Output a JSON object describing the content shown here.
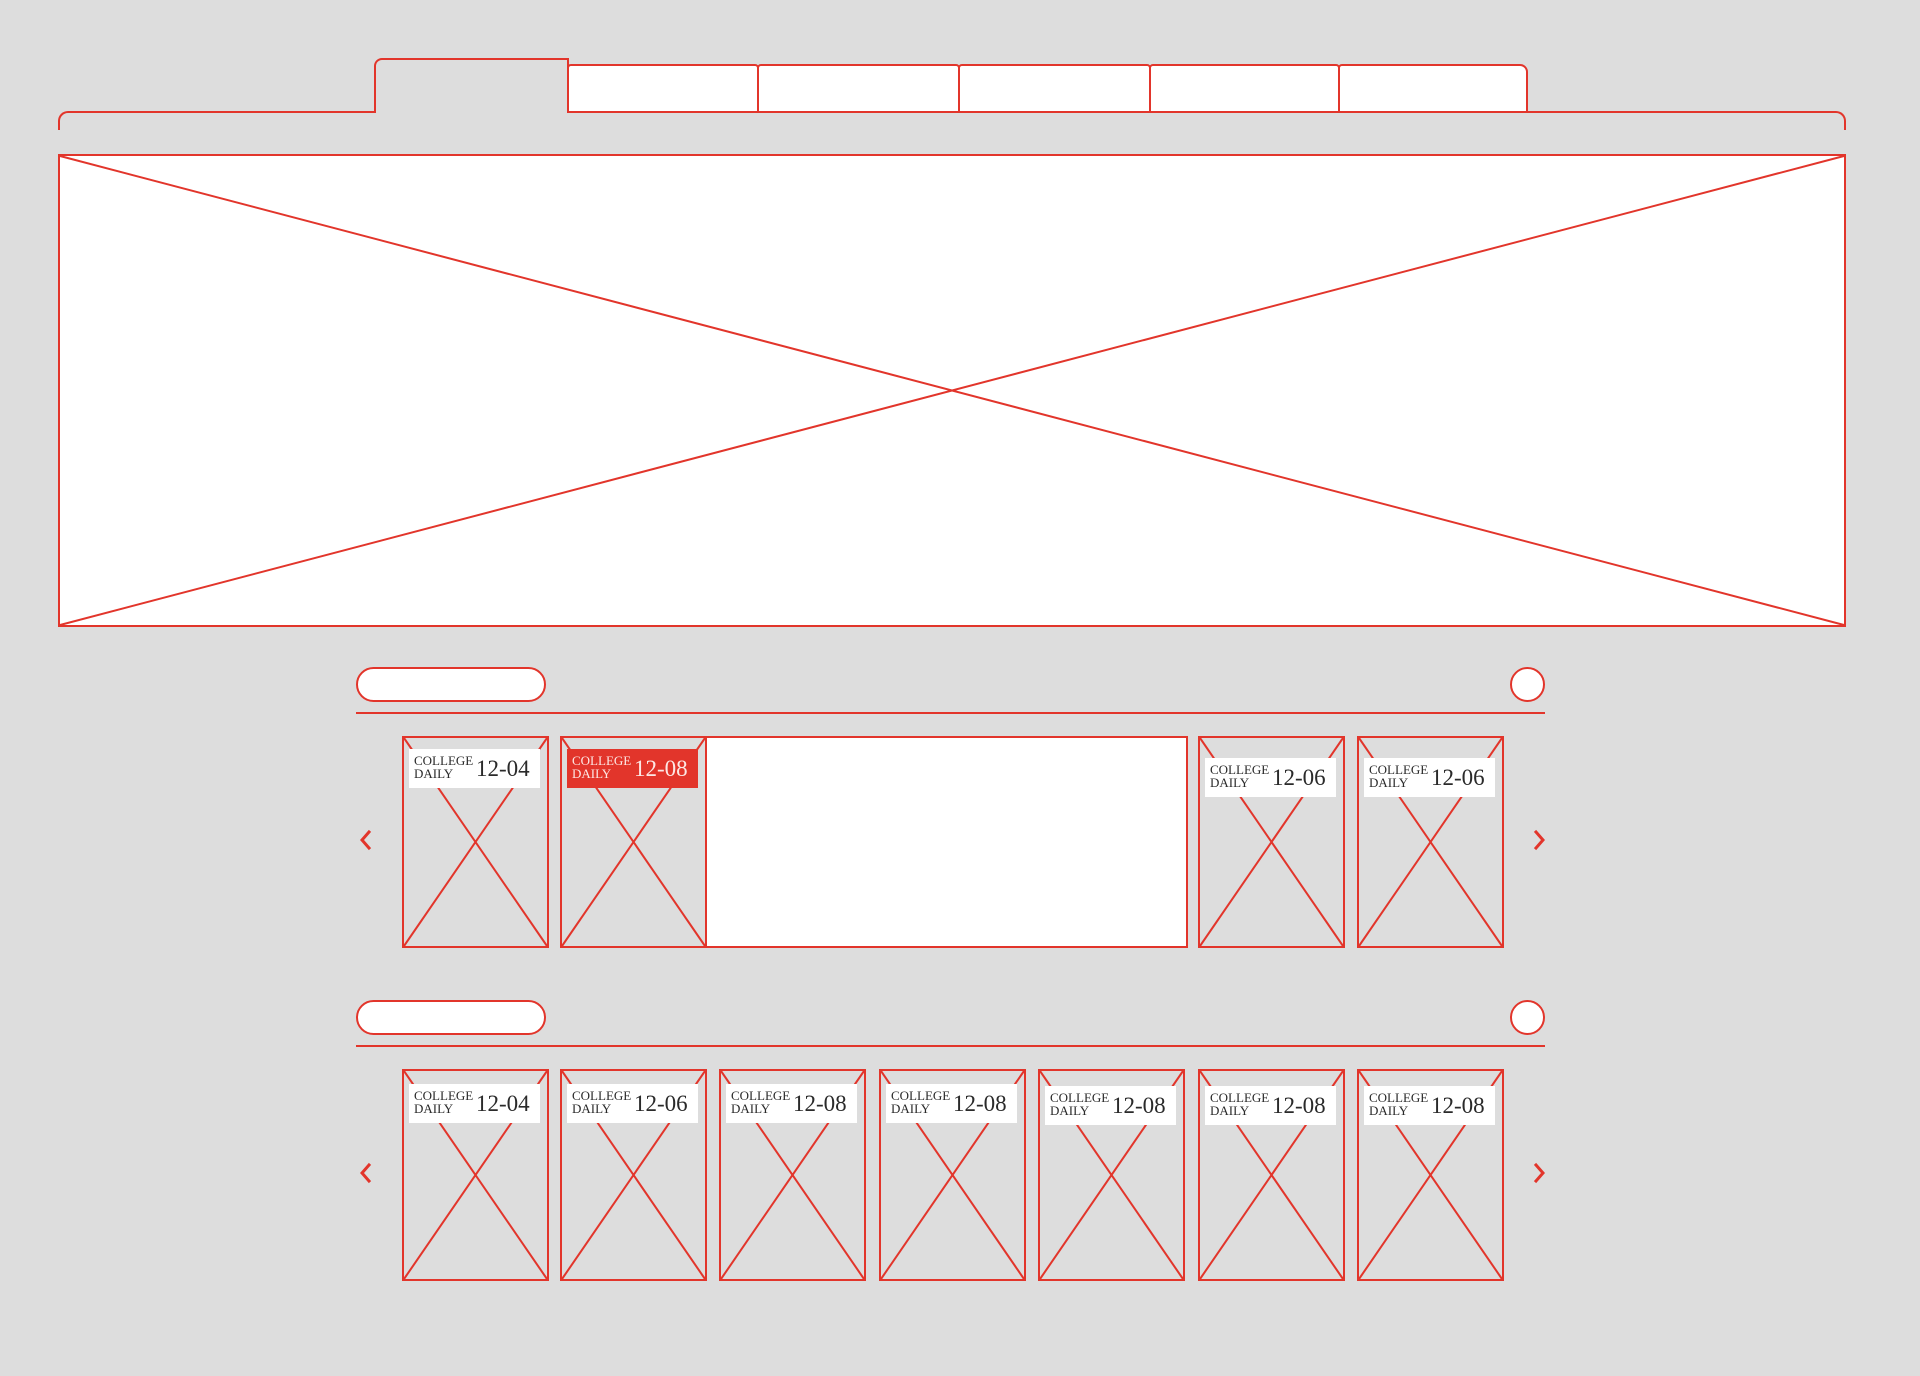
{
  "theme": {
    "accent": "#e2352b",
    "background": "#dddddd",
    "surface": "#ffffff",
    "label_text": "#2a2a2a",
    "selected_label_text": "#fde8e5"
  },
  "icons": {
    "image_placeholder": "image-placeholder-icon",
    "previous": "chevron-left-icon",
    "next": "chevron-right-icon"
  },
  "tabs": [
    {
      "active": true
    },
    {
      "active": false
    },
    {
      "active": false
    },
    {
      "active": false
    },
    {
      "active": false
    },
    {
      "active": false
    }
  ],
  "brand": {
    "line1": "COLLEGE",
    "line2": "DAILY"
  },
  "sections": [
    {
      "cards": [
        {
          "date": "12-04",
          "selected": false
        },
        {
          "date": "12-08",
          "selected": true,
          "expanded": true
        },
        {
          "date": "12-06",
          "selected": false
        },
        {
          "date": "12-06",
          "selected": false
        }
      ]
    },
    {
      "cards": [
        {
          "date": "12-04",
          "selected": false
        },
        {
          "date": "12-06",
          "selected": false
        },
        {
          "date": "12-08",
          "selected": false
        },
        {
          "date": "12-08",
          "selected": false
        },
        {
          "date": "12-08",
          "selected": false
        },
        {
          "date": "12-08",
          "selected": false
        },
        {
          "date": "12-08",
          "selected": false
        }
      ]
    }
  ]
}
